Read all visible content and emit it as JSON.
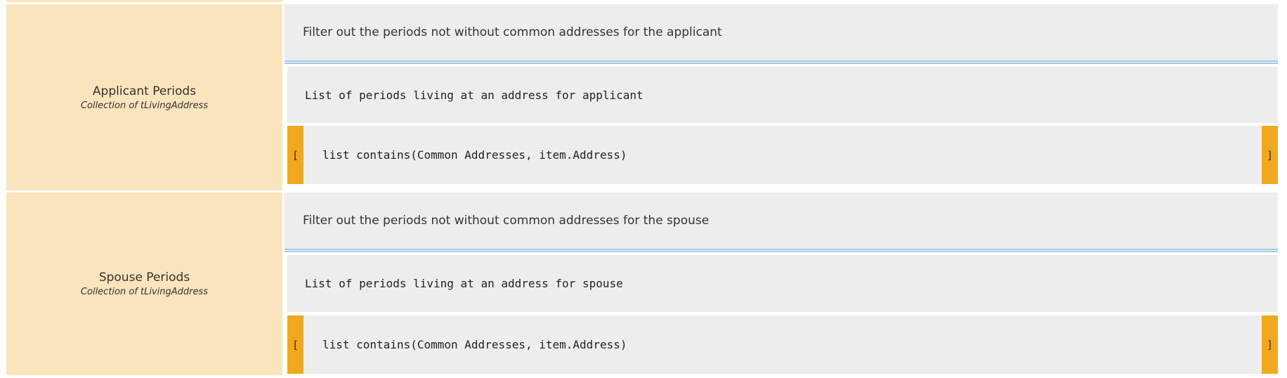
{
  "rows": [
    {
      "name": "Applicant Periods",
      "type": "Collection of tLivingAddress",
      "description": "Filter out the periods not without common addresses for the applicant",
      "list_label": "List of periods living at an address for applicant",
      "open_bracket": "[",
      "expression": "list contains(Common Addresses, item.Address)",
      "close_bracket": "]"
    },
    {
      "name": "Spouse Periods",
      "type": "Collection of tLivingAddress",
      "description": "Filter out the periods not without common addresses for the spouse",
      "list_label": "List of periods living at an address for spouse",
      "open_bracket": "[",
      "expression": "list contains(Common Addresses, item.Address)",
      "close_bracket": "]"
    }
  ],
  "colors": {
    "name_cell": "#f9e4bc",
    "bracket": "#f0a91e",
    "cell": "#ededed",
    "divider": "#a8c8e0"
  }
}
